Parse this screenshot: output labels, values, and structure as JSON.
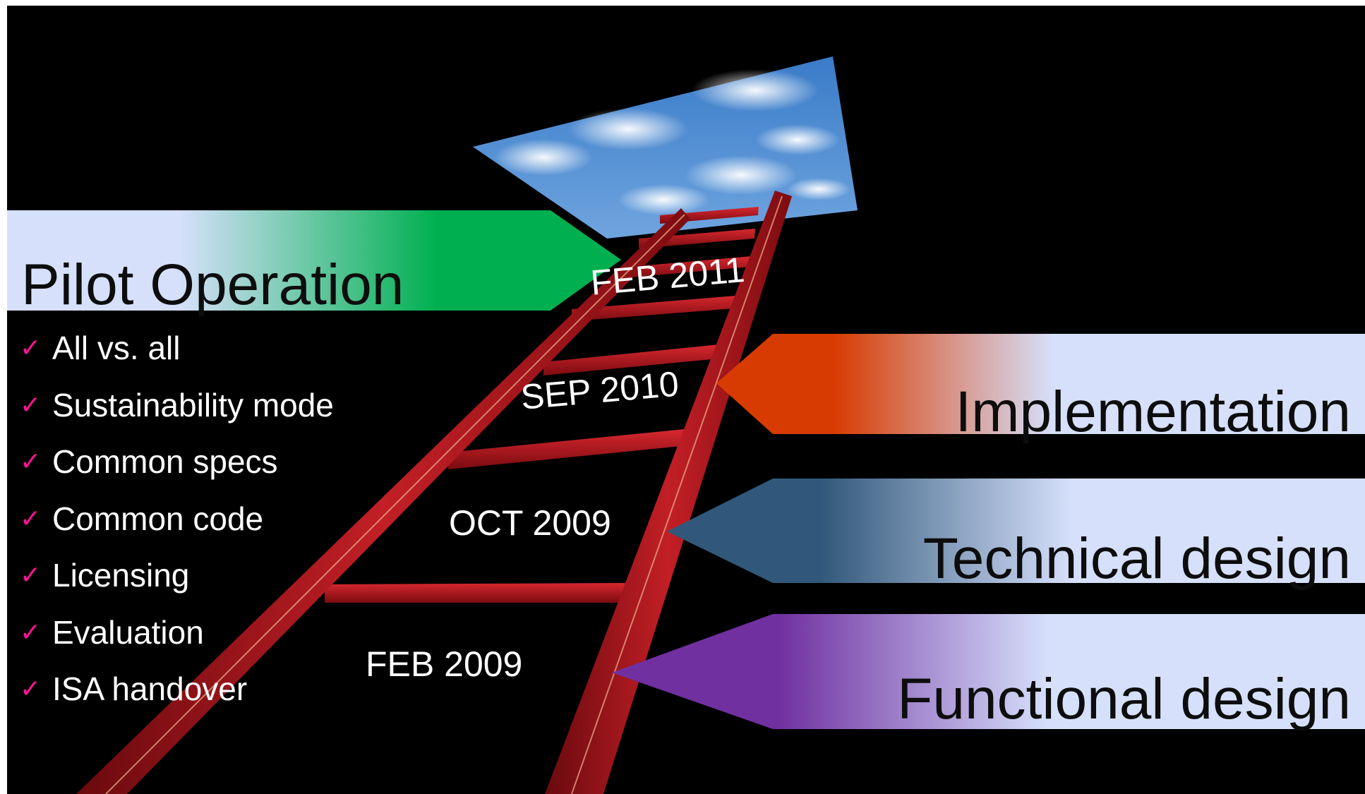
{
  "phases": {
    "pilot": {
      "label": "Pilot Operation",
      "color": "#00b050"
    },
    "implementation": {
      "label": "Implementation",
      "color": "#d83b01"
    },
    "technical": {
      "label": "Technical design",
      "color": "#31587a"
    },
    "functional": {
      "label": "Functional design",
      "color": "#7030a0"
    }
  },
  "dates": {
    "pilot": "FEB 2011",
    "implementation": "SEP 2010",
    "technical": "OCT 2009",
    "functional": "FEB 2009"
  },
  "checklist": {
    "icon": "checkmark-icon",
    "items": [
      "All vs. all",
      "Sustainability mode",
      "Common specs",
      "Common code",
      "Licensing",
      "Evaluation",
      "ISA handover"
    ]
  },
  "colors": {
    "background": "#000000",
    "banner_light": "#d6e0fb",
    "ladder": "#b0161c",
    "check": "#ff1493"
  }
}
